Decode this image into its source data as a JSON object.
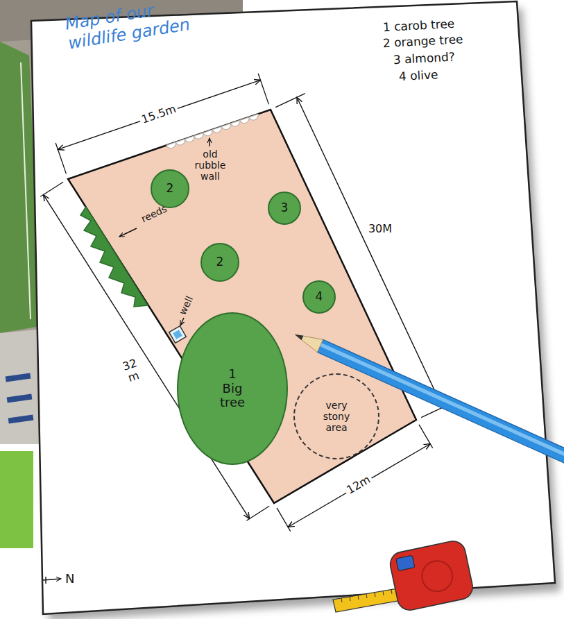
{
  "diagram": {
    "title": "Map of our wildlife garden",
    "nodes": [
      {
        "text": [
          "2"
        ]
      },
      {
        "text": [
          "3"
        ]
      },
      {
        "text": [
          "2"
        ]
      },
      {
        "text": [
          "4"
        ]
      },
      {
        "text": [
          "1",
          "Big tree"
        ]
      },
      {
        "text": [
          "very stony area"
        ]
      }
    ],
    "labels": [
      "1 carob tree",
      "2 orange tree",
      "3 almond?",
      "4 olive",
      "15.5m",
      "old rubble wall",
      "reeds",
      "well",
      "30M",
      "32 m",
      "12m",
      "N"
    ]
  }
}
